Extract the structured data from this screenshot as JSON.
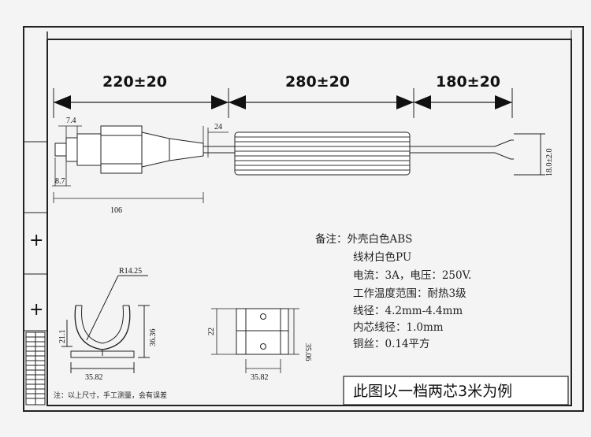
{
  "dimensions_top": {
    "left": "220±20",
    "middle": "280±20",
    "right": "180±20"
  },
  "dimensions_small": {
    "head_width": "7.4",
    "tip_length": "8.7",
    "overall_length": "106",
    "cable_offset": "24",
    "cable_height": "18.0±2.0",
    "clip_radius": "R14.25",
    "clip_height_small": "21.1",
    "clip_height": "36.36",
    "clip_width": "35.82",
    "block_height_small": "22",
    "block_height": "35.06",
    "block_width": "35.82"
  },
  "notes": {
    "line1": "备注：外壳白色ABS",
    "line2": "线材白色PU",
    "line3": "电流：3A，电压：250V.",
    "line4": "工作温度范围：耐热3级",
    "line5": "线径：4.2mm-4.4mm",
    "line6": "内芯线径：1.0mm",
    "line7": "铜丝：0.14平方"
  },
  "footnote": "注：以上尺寸，手工测量，会有误差",
  "caption": "此图以一档两芯3米为例",
  "side_marks": {
    "plus_top": "+",
    "plus_bottom": "+"
  }
}
